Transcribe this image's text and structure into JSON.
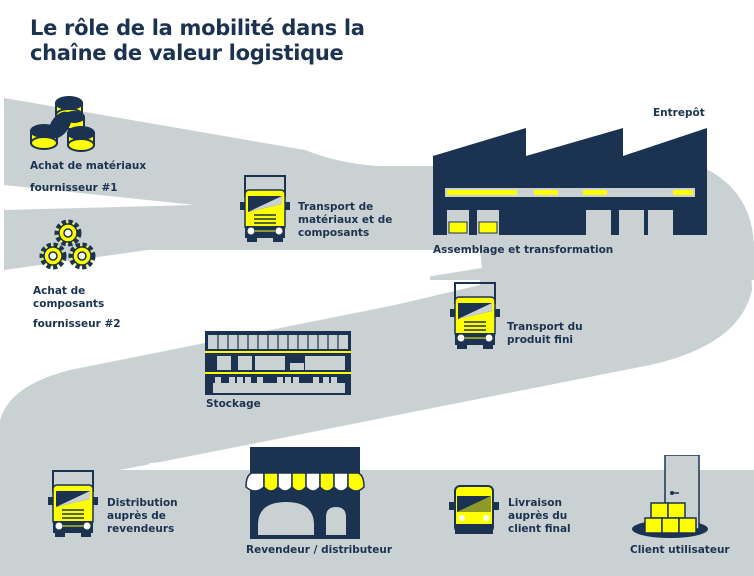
{
  "title": {
    "line1": "Le rôle de la mobilité dans la",
    "line2": "chaîne de valeur logistique"
  },
  "colors": {
    "navy": "#1b3350",
    "yellow": "#ffff00",
    "road_gray": "#c9d1d2",
    "background": "#ffffff"
  },
  "steps": [
    {
      "id": "achat-materiaux",
      "icon": "coins-stack-icon",
      "label_lines": [
        "Achat de matériaux"
      ],
      "sub": "fournisseur #1"
    },
    {
      "id": "achat-composants",
      "icon": "gears-icon",
      "label_lines": [
        "Achat de",
        "composants"
      ],
      "sub": "fournisseur #2"
    },
    {
      "id": "transport-materiaux",
      "icon": "truck-icon",
      "label_lines": [
        "Transport de",
        "matériaux et de",
        "composants"
      ]
    },
    {
      "id": "entrepot",
      "icon": "factory-icon",
      "label_lines": [
        "Entrepôt"
      ],
      "sub": "Assemblage et transformation"
    },
    {
      "id": "transport-produit",
      "icon": "truck-icon",
      "label_lines": [
        "Transport du",
        "produit fini"
      ]
    },
    {
      "id": "stockage",
      "icon": "warehouse-shelves-icon",
      "label_lines": [
        "Stockage"
      ]
    },
    {
      "id": "distribution",
      "icon": "truck-icon",
      "label_lines": [
        "Distribution",
        "auprès de",
        "revendeurs"
      ]
    },
    {
      "id": "revendeur",
      "icon": "storefront-icon",
      "label_lines": [
        "Revendeur / distributeur"
      ]
    },
    {
      "id": "livraison",
      "icon": "van-icon",
      "label_lines": [
        "Livraison",
        "auprès du",
        "client final"
      ]
    },
    {
      "id": "client",
      "icon": "door-parcels-icon",
      "label_lines": [
        "Client utilisateur"
      ]
    }
  ]
}
